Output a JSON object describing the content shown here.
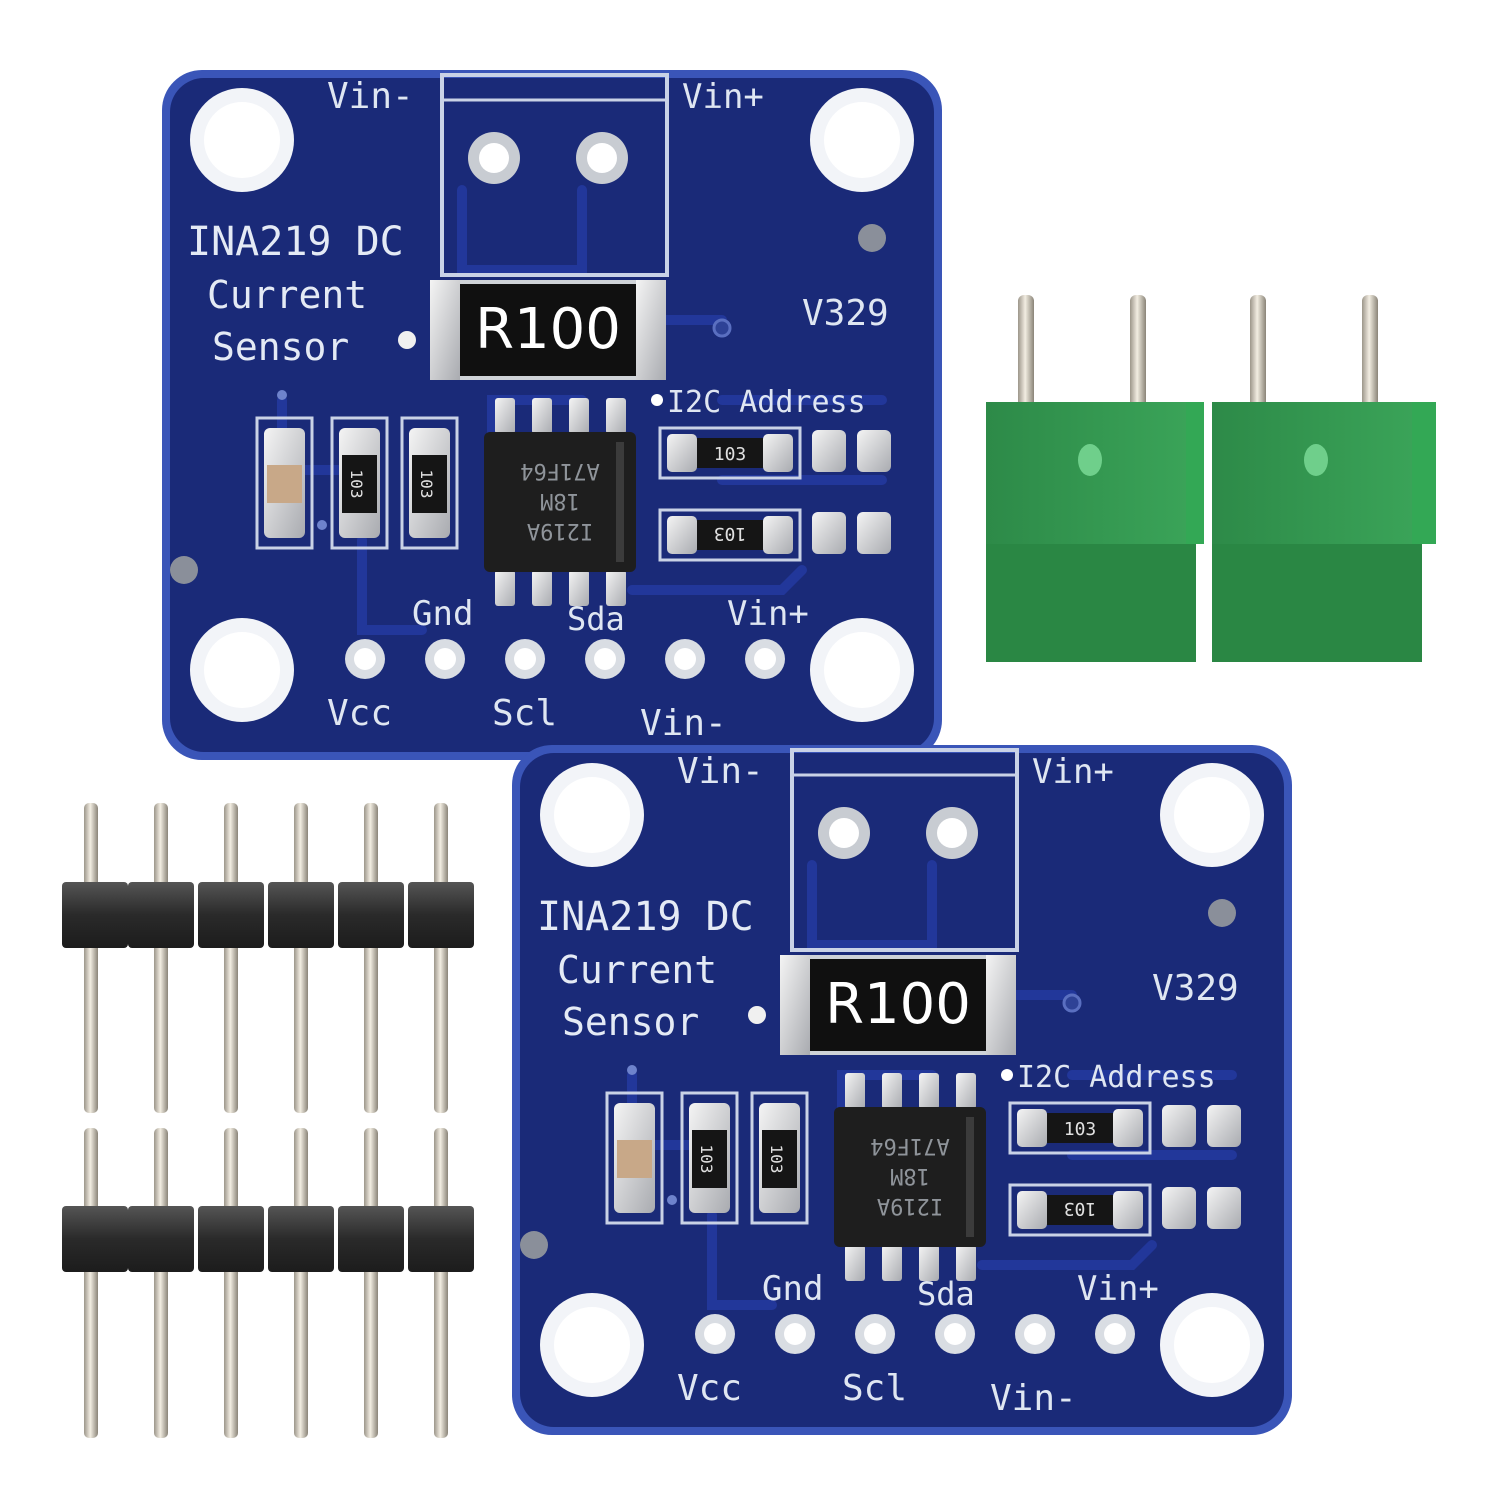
{
  "photo": {
    "colors": {
      "pcb": "#1a2a78",
      "pcb_edge": "#3a55b8",
      "pad_gold": "#e8e8e8",
      "terminal_green": "#2e8b4a",
      "header_plastic": "#2b2b2b",
      "pin_metal": "#d8d2c4"
    }
  },
  "boards": [
    {
      "vin_minus_top": "Vin-",
      "vin_plus_top": "Vin+",
      "title_line1": "INA219 DC",
      "title_line2": "Current",
      "title_line3": "Sensor",
      "version": "V329",
      "shunt_label": "R100",
      "i2c_label": "I2C Address",
      "ic_marking_1": "I219A",
      "ic_marking_2": "18M",
      "ic_marking_3": "A71F64",
      "resistor_code_1": "103",
      "resistor_code_2": "103",
      "resistor_code_3": "103",
      "resistor_code_4": "103",
      "pin_top_gnd": "Gnd",
      "pin_top_sda": "Sda",
      "pin_top_vinplus": "Vin+",
      "pin_bottom_vcc": "Vcc",
      "pin_bottom_scl": "Scl",
      "pin_bottom_vinminus": "Vin-"
    },
    {
      "vin_minus_top": "Vin-",
      "vin_plus_top": "Vin+",
      "title_line1": "INA219 DC",
      "title_line2": "Current",
      "title_line3": "Sensor",
      "version": "V329",
      "shunt_label": "R100",
      "i2c_label": "I2C Address",
      "ic_marking_1": "I219A",
      "ic_marking_2": "18M",
      "ic_marking_3": "A71F64",
      "resistor_code_1": "103",
      "resistor_code_2": "103",
      "resistor_code_3": "103",
      "resistor_code_4": "103",
      "pin_top_gnd": "Gnd",
      "pin_top_sda": "Sda",
      "pin_top_vinplus": "Vin+",
      "pin_bottom_vcc": "Vcc",
      "pin_bottom_scl": "Scl",
      "pin_bottom_vinminus": "Vin-"
    }
  ],
  "accessories": {
    "terminal_block_count": 2,
    "header_strip_count": 2,
    "pins_per_header": 6
  }
}
